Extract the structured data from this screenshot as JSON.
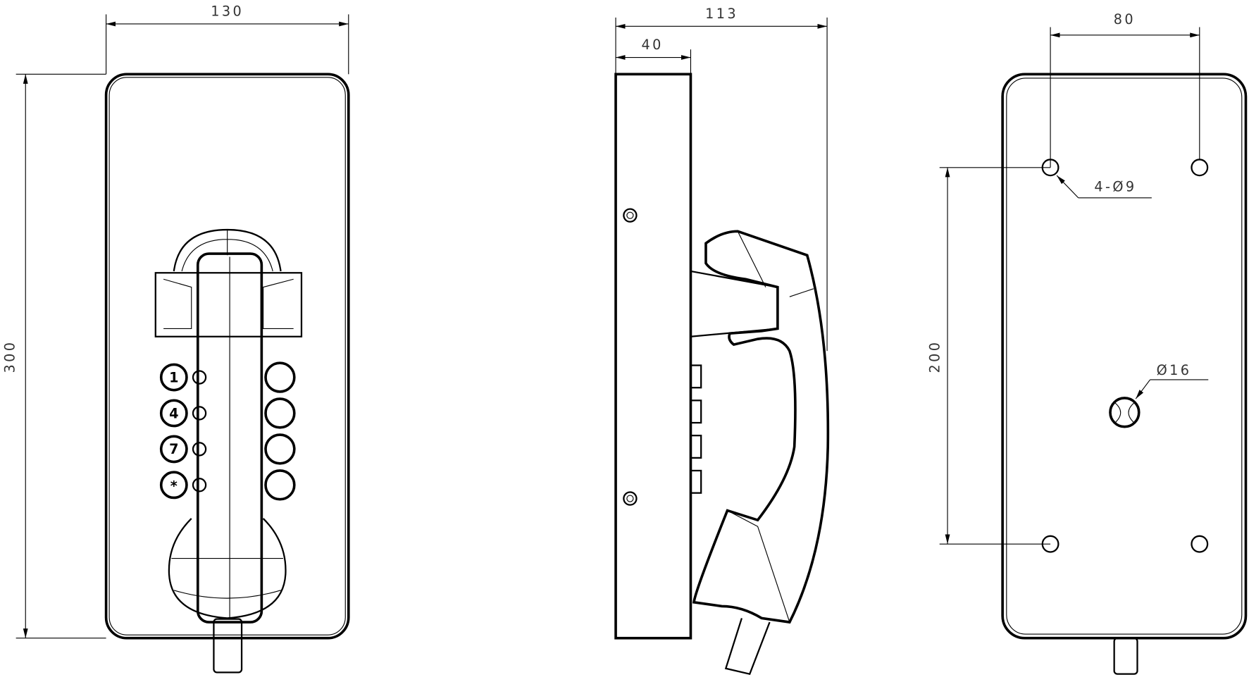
{
  "views": {
    "front": {
      "width_dim": "130",
      "height_dim": "300",
      "keypad_labels": [
        "1",
        "4",
        "7",
        "*"
      ]
    },
    "side": {
      "depth_dim": "113",
      "body_depth_dim": "40"
    },
    "back": {
      "hole_spacing_h_dim": "80",
      "hole_spacing_v_dim": "200",
      "mount_hole_label": "4-Ø9",
      "cable_hole_label": "Ø16"
    }
  },
  "colors": {
    "line": "#000000",
    "background": "#ffffff"
  }
}
